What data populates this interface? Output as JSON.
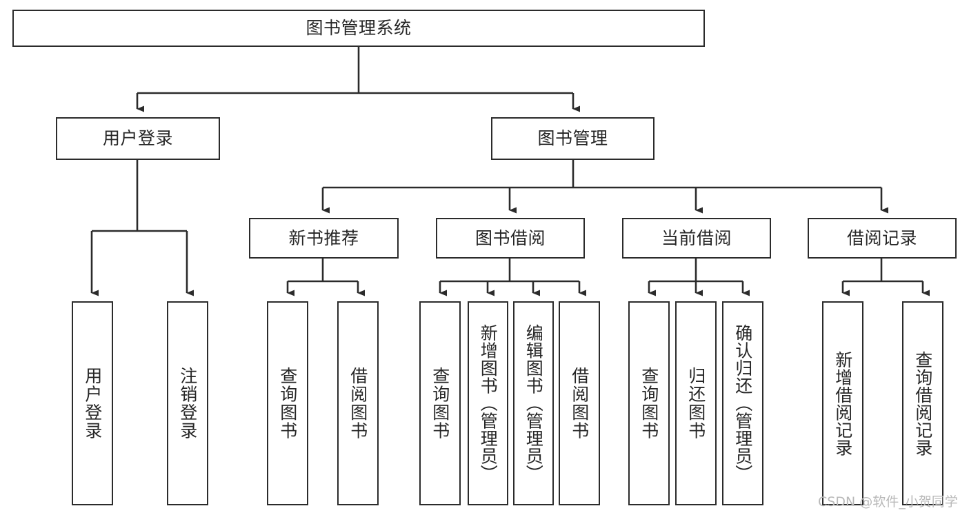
{
  "diagram": {
    "type": "tree-hierarchy",
    "title": "图书管理系统",
    "orientation": "top-down",
    "colors": {
      "box_border": "#2b2b2b",
      "box_fill": "#ffffff",
      "text": "#262626",
      "connector": "#2b2b2b",
      "watermark": "#b9b9b9",
      "background": "#ffffff"
    },
    "watermark": "CSDN @软件_小贺同学",
    "nodes": {
      "root": {
        "label": "图书管理系统"
      },
      "level2": [
        {
          "id": "user-login",
          "label": "用户登录"
        },
        {
          "id": "book-manage",
          "label": "图书管理"
        }
      ],
      "level3": [
        {
          "id": "new-book-recommend",
          "label": "新书推荐"
        },
        {
          "id": "book-borrow",
          "label": "图书借阅"
        },
        {
          "id": "current-borrow",
          "label": "当前借阅"
        },
        {
          "id": "borrow-record",
          "label": "借阅记录"
        }
      ],
      "leaves": {
        "user_login": [
          {
            "id": "leaf-user-login",
            "label": "用户登录"
          },
          {
            "id": "leaf-logout-login",
            "label": "注销登录"
          }
        ],
        "new_book_recommend": [
          {
            "id": "leaf-query-book-1",
            "label": "查询图书"
          },
          {
            "id": "leaf-borrow-book-1",
            "label": "借阅图书"
          }
        ],
        "book_borrow": [
          {
            "id": "leaf-query-book-2",
            "label": "查询图书"
          },
          {
            "id": "leaf-add-book",
            "label": "新增图书（管理员）"
          },
          {
            "id": "leaf-edit-book",
            "label": "编辑图书（管理员）"
          },
          {
            "id": "leaf-borrow-book-2",
            "label": "借阅图书"
          }
        ],
        "current_borrow": [
          {
            "id": "leaf-query-book-3",
            "label": "查询图书"
          },
          {
            "id": "leaf-return-book",
            "label": "归还图书"
          },
          {
            "id": "leaf-confirm-return",
            "label": "确认归还（管理员）"
          }
        ],
        "borrow_record": [
          {
            "id": "leaf-add-borrow-record",
            "label": "新增借阅记录"
          },
          {
            "id": "leaf-query-borrow-record",
            "label": "查询借阅记录"
          }
        ]
      }
    }
  }
}
